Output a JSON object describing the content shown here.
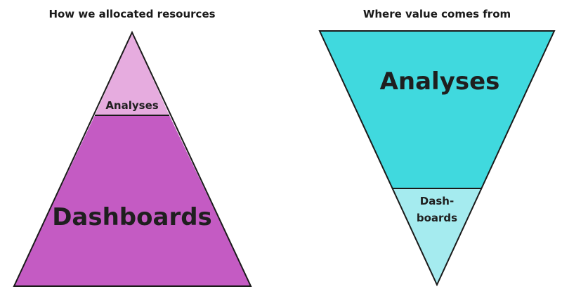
{
  "left_diagram": {
    "title": "How we allocated resources",
    "top_segment": {
      "label": "Analyses",
      "color": "#e6acdf"
    },
    "bottom_segment": {
      "label": "Dashboards",
      "color": "#c45bc3"
    }
  },
  "right_diagram": {
    "title": "Where value comes from",
    "top_segment": {
      "label": "Analyses",
      "color": "#40d9de"
    },
    "bottom_segment": {
      "label_line1": "Dash-",
      "label_line2": "boards",
      "color": "#a5ebef"
    }
  },
  "stroke_color": "#1a1a1a"
}
